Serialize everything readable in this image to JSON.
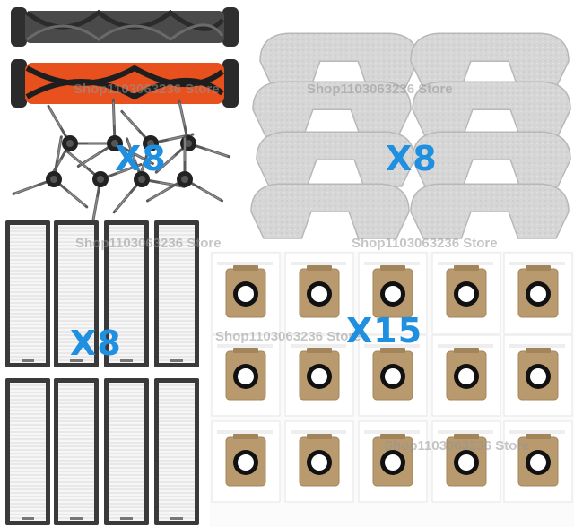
{
  "watermarks": [
    "Shop1103063236 Store",
    "Shop1103063236 Store",
    "Shop1103063236 Store",
    "Shop1103063236 Store",
    "Shop1103063236 Store",
    "Shop1103063236 Store"
  ],
  "quantities": {
    "brushes": "X8",
    "mop_pads": "X8",
    "filters": "X8",
    "dust_bags": "X15"
  },
  "colors": {
    "quantity_text": "#1f8fe0",
    "main_brush_dark": "#4a4a4a",
    "main_brush_orange": "#e8501e",
    "mop_pad": "#d9d9d9",
    "filter_frame": "#3a3a3a",
    "bag_card": "#b99a6e"
  }
}
